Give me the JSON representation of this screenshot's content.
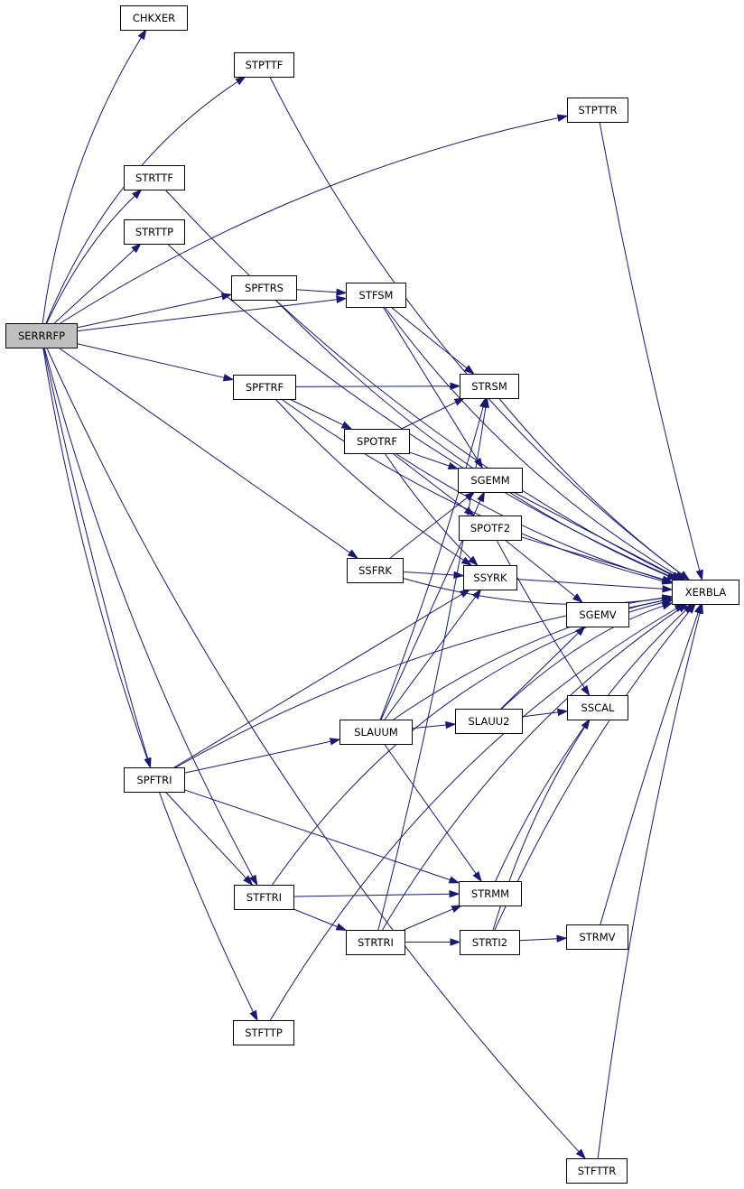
{
  "graph": {
    "root": "SERRRFP",
    "nodes": [
      {
        "id": "serrrfp",
        "label": "SERRRFP"
      },
      {
        "id": "chkxer",
        "label": "CHKXER"
      },
      {
        "id": "stpttf",
        "label": "STPTTF"
      },
      {
        "id": "stpttr",
        "label": "STPTTR"
      },
      {
        "id": "strttf",
        "label": "STRTTF"
      },
      {
        "id": "strttp",
        "label": "STRTTP"
      },
      {
        "id": "spftrs",
        "label": "SPFTRS"
      },
      {
        "id": "stfsm",
        "label": "STFSM"
      },
      {
        "id": "spftrf",
        "label": "SPFTRF"
      },
      {
        "id": "strsm",
        "label": "STRSM"
      },
      {
        "id": "spotrf",
        "label": "SPOTRF"
      },
      {
        "id": "sgemm",
        "label": "SGEMM"
      },
      {
        "id": "spotf2",
        "label": "SPOTF2"
      },
      {
        "id": "ssfrk",
        "label": "SSFRK"
      },
      {
        "id": "ssyrk",
        "label": "SSYRK"
      },
      {
        "id": "xerbla",
        "label": "XERBLA"
      },
      {
        "id": "sgemv",
        "label": "SGEMV"
      },
      {
        "id": "slauum",
        "label": "SLAUUM"
      },
      {
        "id": "slauu2",
        "label": "SLAUU2"
      },
      {
        "id": "sscal",
        "label": "SSCAL"
      },
      {
        "id": "spftri",
        "label": "SPFTRI"
      },
      {
        "id": "stftri",
        "label": "STFTRI"
      },
      {
        "id": "strmm",
        "label": "STRMM"
      },
      {
        "id": "strtri",
        "label": "STRTRI"
      },
      {
        "id": "strti2",
        "label": "STRTI2"
      },
      {
        "id": "strmv",
        "label": "STRMV"
      },
      {
        "id": "stfttp",
        "label": "STFTTP"
      },
      {
        "id": "stfttr",
        "label": "STFTTR"
      }
    ],
    "edges": [
      [
        "serrrfp",
        "chkxer"
      ],
      [
        "serrrfp",
        "stpttf"
      ],
      [
        "serrrfp",
        "stpttr"
      ],
      [
        "serrrfp",
        "strttf"
      ],
      [
        "serrrfp",
        "strttp"
      ],
      [
        "serrrfp",
        "spftrs"
      ],
      [
        "serrrfp",
        "stfsm"
      ],
      [
        "serrrfp",
        "spftrf"
      ],
      [
        "serrrfp",
        "ssfrk"
      ],
      [
        "serrrfp",
        "spftri"
      ],
      [
        "serrrfp",
        "stftri"
      ],
      [
        "serrrfp",
        "stfttp"
      ],
      [
        "serrrfp",
        "stfttr"
      ],
      [
        "stpttf",
        "xerbla"
      ],
      [
        "stpttr",
        "xerbla"
      ],
      [
        "strttf",
        "xerbla"
      ],
      [
        "strttp",
        "xerbla"
      ],
      [
        "spftrs",
        "stfsm"
      ],
      [
        "spftrs",
        "xerbla"
      ],
      [
        "stfsm",
        "strsm"
      ],
      [
        "stfsm",
        "sgemm"
      ],
      [
        "stfsm",
        "xerbla"
      ],
      [
        "spftrf",
        "strsm"
      ],
      [
        "spftrf",
        "spotrf"
      ],
      [
        "spftrf",
        "ssyrk"
      ],
      [
        "spftrf",
        "xerbla"
      ],
      [
        "spotrf",
        "strsm"
      ],
      [
        "spotrf",
        "sgemm"
      ],
      [
        "spotrf",
        "spotf2"
      ],
      [
        "spotrf",
        "ssyrk"
      ],
      [
        "spotrf",
        "xerbla"
      ],
      [
        "strsm",
        "xerbla"
      ],
      [
        "sgemm",
        "xerbla"
      ],
      [
        "spotf2",
        "sgemv"
      ],
      [
        "spotf2",
        "sscal"
      ],
      [
        "spotf2",
        "xerbla"
      ],
      [
        "ssfrk",
        "sgemm"
      ],
      [
        "ssfrk",
        "ssyrk"
      ],
      [
        "ssfrk",
        "xerbla"
      ],
      [
        "ssyrk",
        "xerbla"
      ],
      [
        "sgemv",
        "xerbla"
      ],
      [
        "slauum",
        "strsm"
      ],
      [
        "slauum",
        "sgemm"
      ],
      [
        "slauum",
        "ssyrk"
      ],
      [
        "slauum",
        "slauu2"
      ],
      [
        "slauum",
        "strmm"
      ],
      [
        "slauum",
        "xerbla"
      ],
      [
        "slauu2",
        "sgemv"
      ],
      [
        "slauu2",
        "sscal"
      ],
      [
        "slauu2",
        "xerbla"
      ],
      [
        "spftri",
        "ssyrk"
      ],
      [
        "spftri",
        "slauum"
      ],
      [
        "spftri",
        "stftri"
      ],
      [
        "spftri",
        "strmm"
      ],
      [
        "spftri",
        "xerbla"
      ],
      [
        "stftri",
        "strmm"
      ],
      [
        "stftri",
        "strtri"
      ],
      [
        "stftri",
        "xerbla"
      ],
      [
        "strtri",
        "strsm"
      ],
      [
        "strtri",
        "strmm"
      ],
      [
        "strtri",
        "strti2"
      ],
      [
        "strtri",
        "xerbla"
      ],
      [
        "strti2",
        "sscal"
      ],
      [
        "strti2",
        "strmv"
      ],
      [
        "strti2",
        "xerbla"
      ],
      [
        "strmm",
        "xerbla"
      ],
      [
        "strmv",
        "xerbla"
      ],
      [
        "stfttp",
        "xerbla"
      ],
      [
        "stfttr",
        "xerbla"
      ]
    ]
  }
}
